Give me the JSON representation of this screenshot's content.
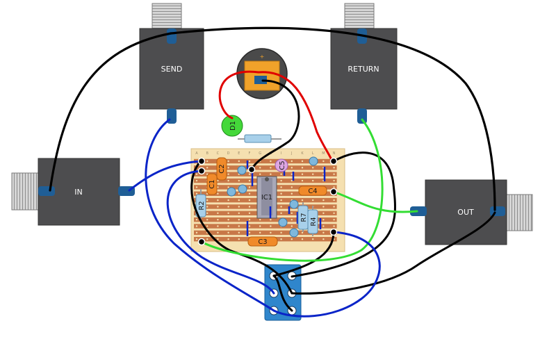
{
  "jacks": {
    "send": "SEND",
    "return": "RETURN",
    "in": "IN",
    "out": "OUT"
  },
  "components": {
    "d1": "D1",
    "c1": "C1",
    "c2": "C2",
    "c3": "C3",
    "c4": "C4",
    "c5": "C5",
    "r2": "R2",
    "r4": "R4",
    "r7": "R7",
    "ic1": "IC1"
  },
  "dc_jack": {
    "polarity": "+"
  },
  "board": {
    "column_letters": [
      "A",
      "B",
      "C",
      "D",
      "E",
      "F",
      "G",
      "H",
      "I",
      "J",
      "K",
      "L",
      "M",
      "N"
    ]
  },
  "colors": {
    "wire_black": "#000000",
    "wire_red": "#e00000",
    "wire_green": "#33dd33",
    "wire_blue": "#0a24c8",
    "enclosure": "#4d4d4f",
    "lug": "#1f5e96",
    "copper": "#c87848",
    "capacitor": "#f08a2a",
    "resistor": "#a8d0ea",
    "diode": "#44d83a",
    "switch": "#2f86cc"
  }
}
